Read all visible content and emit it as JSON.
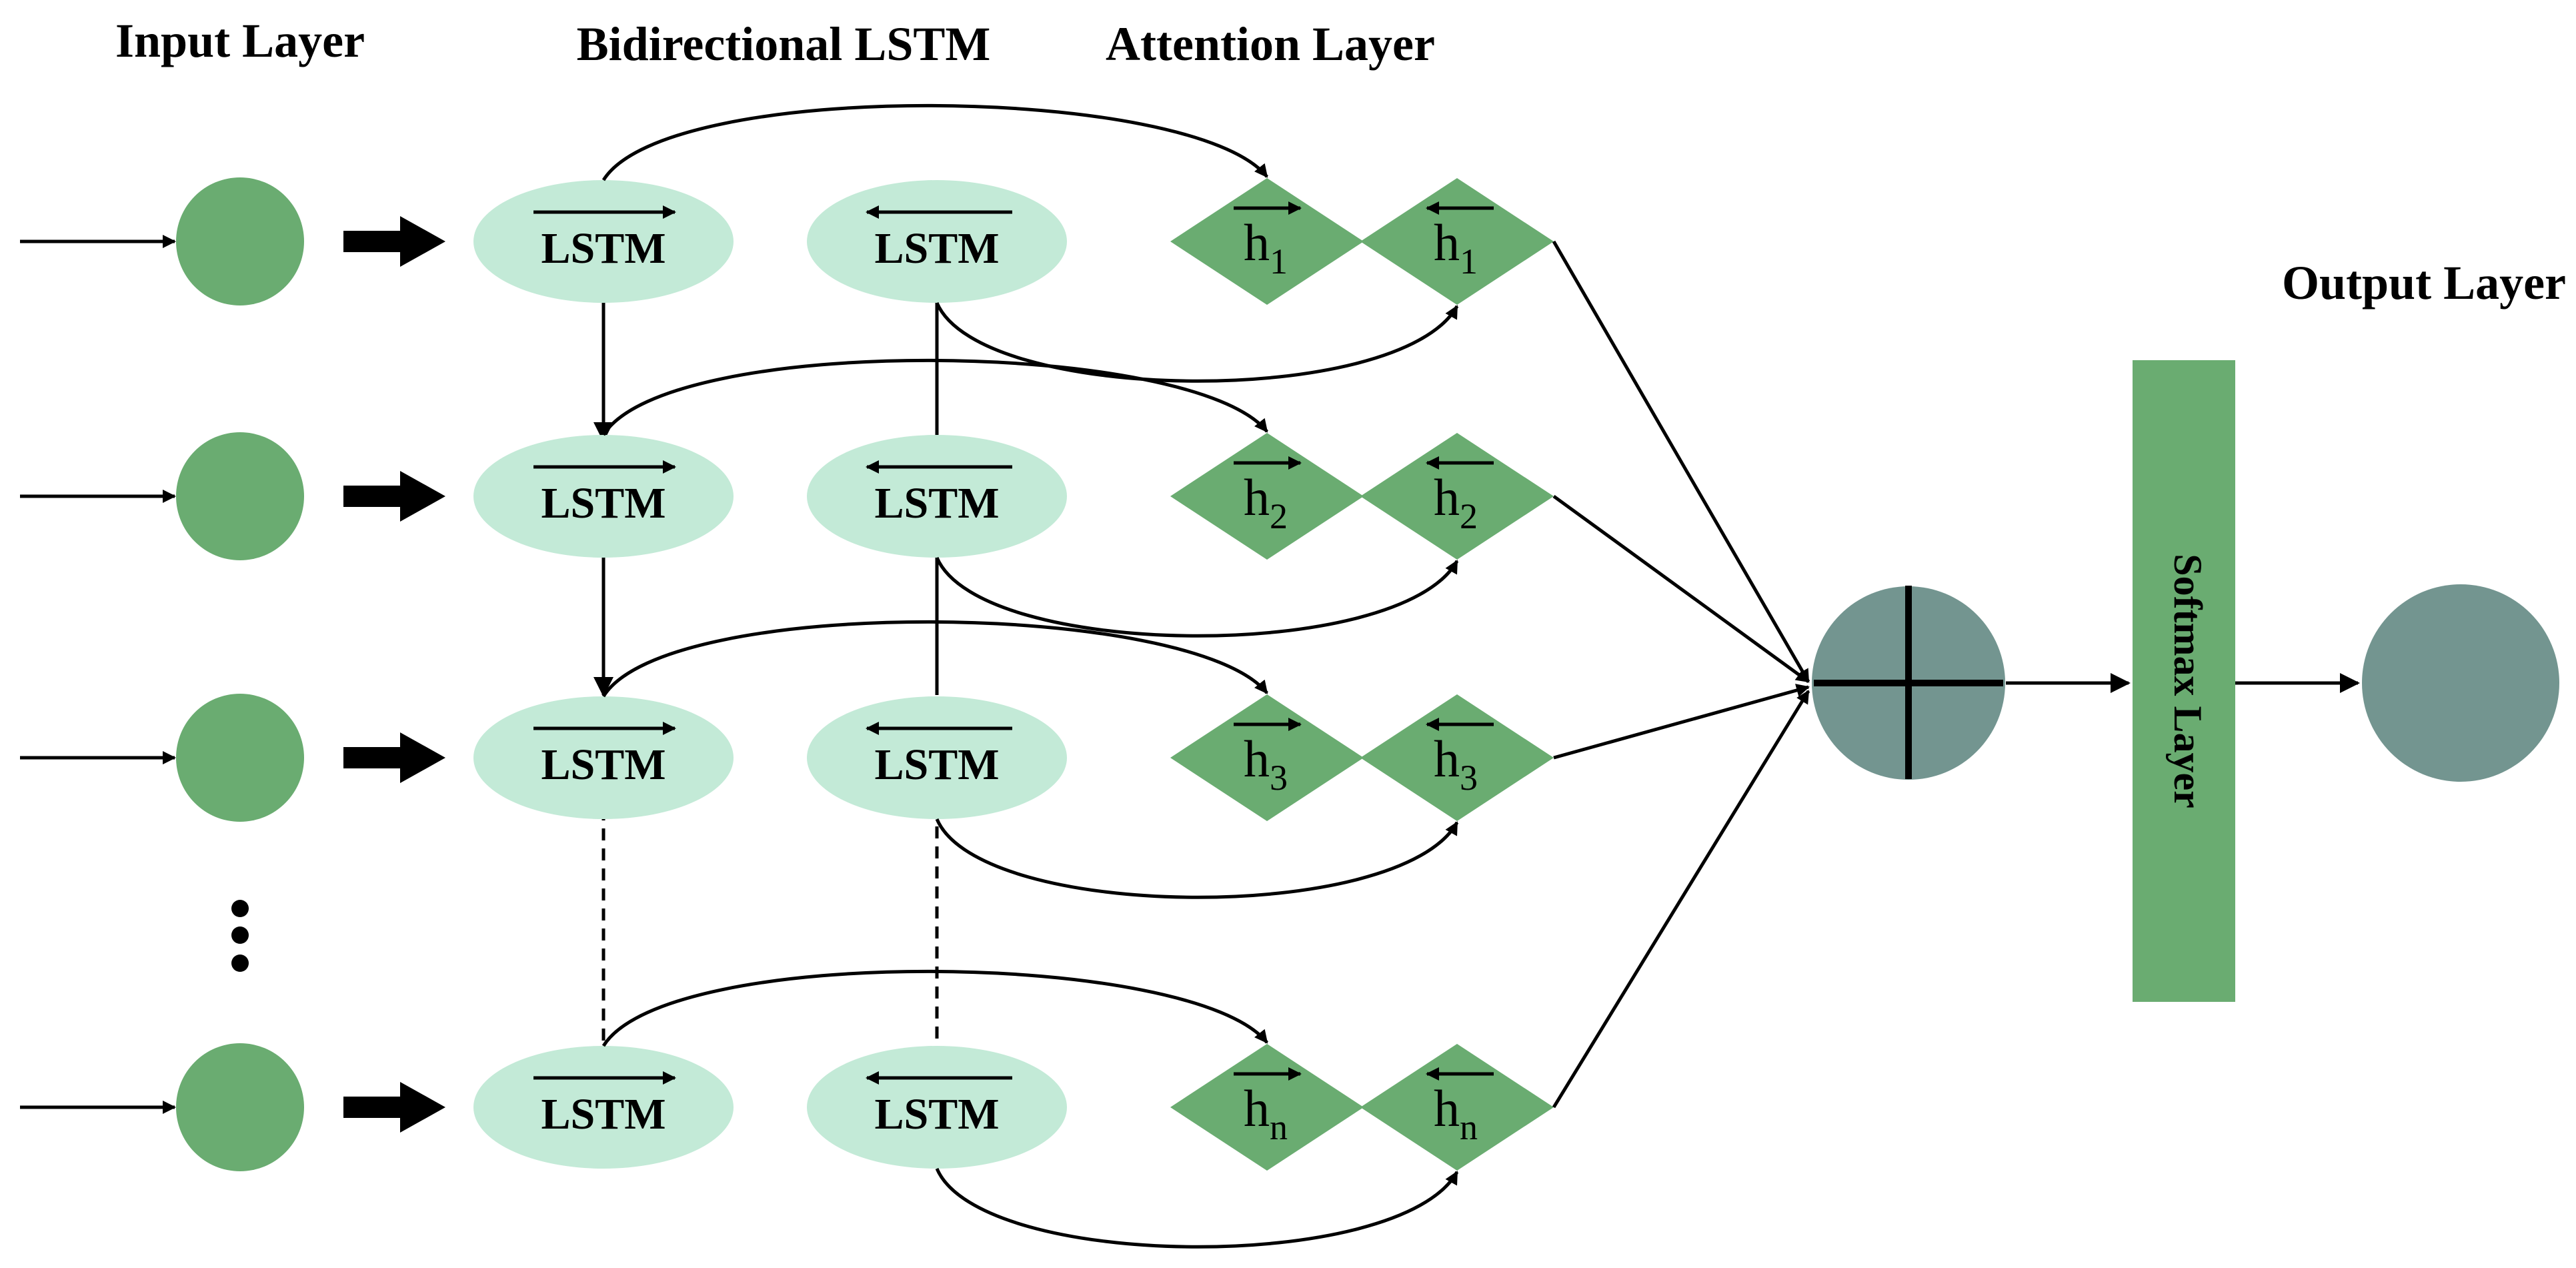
{
  "headers": {
    "input": "Input Layer",
    "bilstm": "Bidirectional LSTM",
    "attention": "Attention Layer",
    "output": "Output Layer"
  },
  "lstm_label": "LSTM",
  "h_letter": "h",
  "subscripts": [
    "1",
    "2",
    "3",
    "n"
  ],
  "softmax_label": "Softmax Layer",
  "colors": {
    "input_node": "#6aac71",
    "lstm_node": "#c3ead7",
    "attention_node": "#6aac71",
    "output_node": "#739590",
    "softmax": "#6aac71"
  }
}
